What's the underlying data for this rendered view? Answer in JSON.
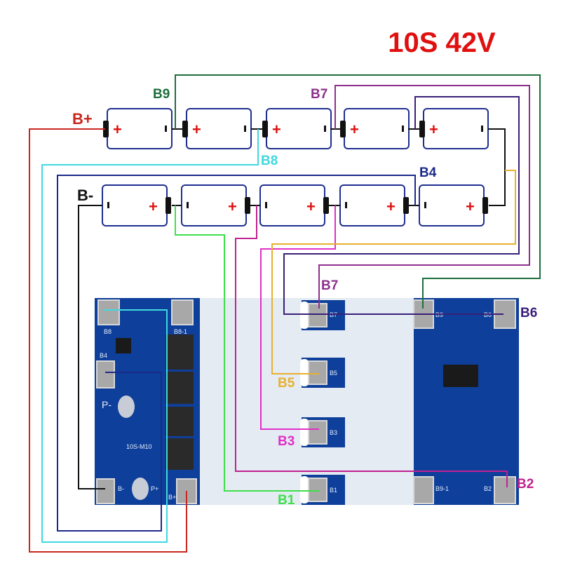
{
  "title": "10S 42V",
  "colors": {
    "title": "#e01010",
    "b_plus": "#c8281e",
    "b_minus": "#111111",
    "b9": "#1e6e3c",
    "b7": "#8e2f8e",
    "b6": "#3a1f7a",
    "b8": "#3fd8e0",
    "b4": "#1b2a8a",
    "b1": "#3ee04a",
    "b2": "#c0228f",
    "b3": "#e030c8",
    "b5": "#e8b030",
    "board_blue": "#0e3f9a",
    "board_mid": "#e4ebf2"
  },
  "labels": {
    "b_plus": "B+",
    "b_minus": "B-",
    "b9": "B9",
    "b7_top": "B7",
    "b8": "B8",
    "b4": "B4",
    "b7_board": "B7",
    "b6": "B6",
    "b5": "B5",
    "b3": "B3",
    "b1": "B1",
    "b2": "B2"
  },
  "cell_symbols": {
    "plus": "+",
    "minus": "-"
  },
  "board_silkscreen": [
    "B8",
    "B8-1",
    "B4",
    "P-",
    "B-",
    "P+",
    "B+",
    "B7",
    "B5",
    "B3",
    "B1",
    "B9",
    "B6",
    "B9-1",
    "B2",
    "10S-M10"
  ]
}
